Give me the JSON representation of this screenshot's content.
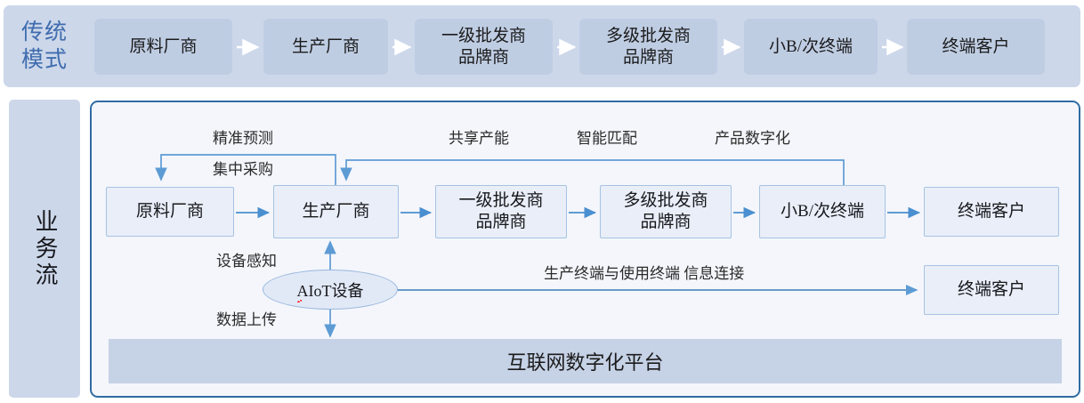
{
  "traditional": {
    "label": [
      "传统",
      "模式"
    ],
    "boxes": [
      {
        "text": "原料厂商",
        "lines": [
          "原料厂商"
        ]
      },
      {
        "text": "生产厂商",
        "lines": [
          "生产厂商"
        ]
      },
      {
        "text": "一级批发商 品牌商",
        "lines": [
          "一级批发商",
          "品牌商"
        ]
      },
      {
        "text": "多级批发商 品牌商",
        "lines": [
          "多级批发商",
          "品牌商"
        ]
      },
      {
        "text": "小B/次终端",
        "lines": [
          "小B/次终端"
        ]
      },
      {
        "text": "终端客户",
        "lines": [
          "终端客户"
        ]
      }
    ]
  },
  "business": {
    "label": "业务流",
    "boxes": [
      {
        "lines": [
          "原料厂商"
        ]
      },
      {
        "lines": [
          "生产厂商"
        ]
      },
      {
        "lines": [
          "一级批发商",
          "品牌商"
        ]
      },
      {
        "lines": [
          "多级批发商",
          "品牌商"
        ]
      },
      {
        "lines": [
          "小B/次终端"
        ]
      },
      {
        "lines": [
          "终端客户"
        ]
      }
    ],
    "captions": {
      "forecast": "精准预测",
      "procurement": "集中采购",
      "capacity": "共享产能",
      "matching": "智能匹配",
      "digitization": "产品数字化",
      "sensing": "设备感知",
      "upload": "数据上传",
      "connection": "生产终端与使用终端  信息连接"
    },
    "aiot": {
      "prefix": "AIoT",
      "suffix": "设备",
      "full": "AIoT设备"
    },
    "endcustomer": "终端客户",
    "platform": "互联网数字化平台"
  },
  "colors": {
    "band_bg": "#ccd7ea",
    "trad_box": "#bfcde3",
    "panel_bg": "#f4f6fb",
    "panel_border": "#2f6ca3",
    "flow_box_bg": "#e9eef8",
    "flow_box_border": "#a6c3e2",
    "arrow": "#4a8fd0",
    "label_blue": "#3f6cae",
    "platform_bg": "#c6d2e6",
    "text": "#17181c"
  }
}
